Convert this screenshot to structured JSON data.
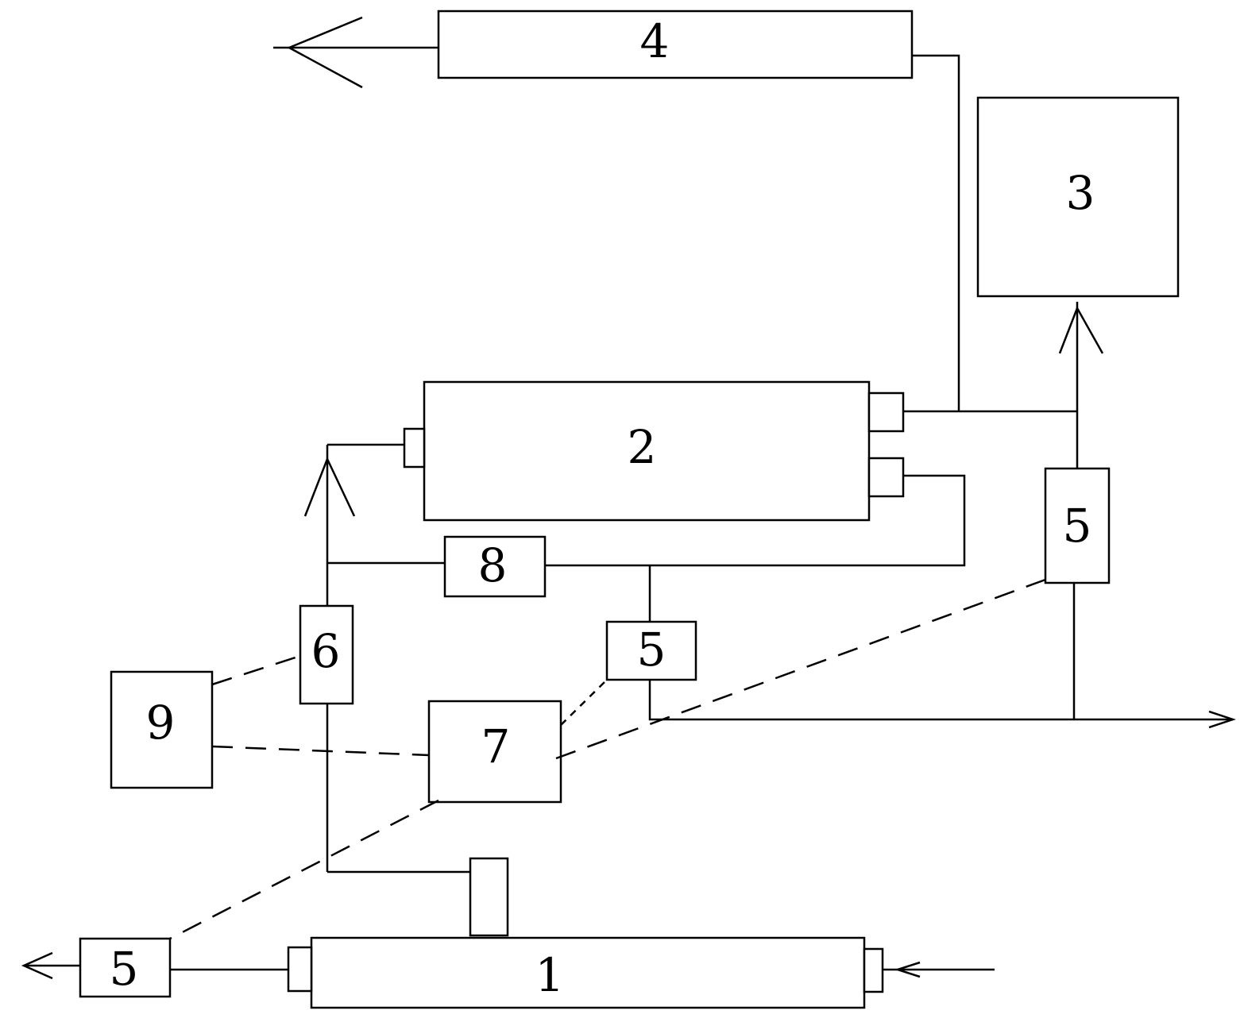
{
  "diagram": {
    "labels": {
      "unit_1": "1",
      "unit_2": "2",
      "unit_3": "3",
      "unit_4": "4",
      "unit_5_top_right": "5",
      "unit_5_middle": "5",
      "unit_5_bottom_left": "5",
      "unit_6": "6",
      "unit_7": "7",
      "unit_8": "8",
      "unit_9": "9"
    }
  }
}
